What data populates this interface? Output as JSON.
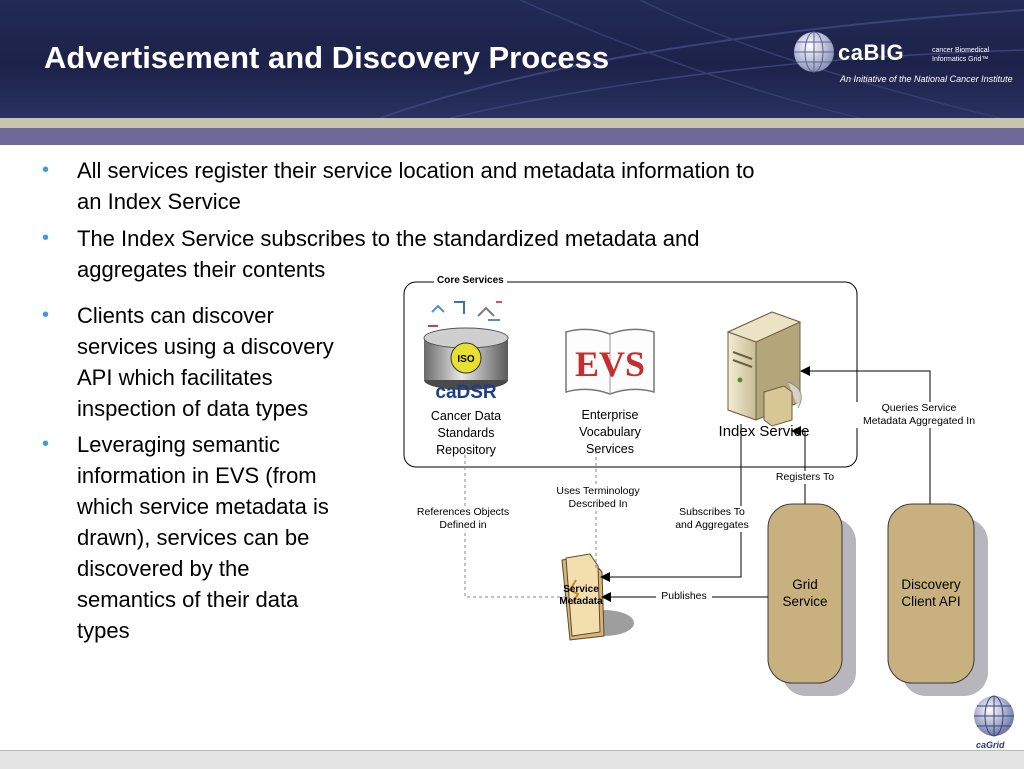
{
  "slide": {
    "title": "Advertisement and Discovery Process",
    "logo": {
      "name": "caBIG",
      "small_text": "cancer Biomedical Informatics Grid™",
      "tagline": "An Initiative of the National Cancer Institute"
    },
    "bullets": [
      "All services register their service location and metadata information to",
      "an Index Service",
      "The Index Service subscribes to the standardized metadata and",
      "aggregates their contents",
      "Clients can discover",
      "services using a discovery",
      "API which facilitates",
      "inspection of data types",
      "Leveraging semantic",
      "information in EVS (from",
      "which service metadata is",
      "drawn), services can be",
      "discovered by the",
      "semantics of their data",
      "types"
    ],
    "footer_logo": "caGrid"
  },
  "diagram": {
    "core_services_label": "Core Services",
    "cadsr": {
      "badge": "ISO",
      "brand": "caDSR",
      "label": [
        "Cancer Data",
        "Standards",
        "Repository"
      ]
    },
    "evs": {
      "brand": "EVS",
      "label": [
        "Enterprise",
        "Vocabulary",
        "Services"
      ]
    },
    "index_service": "Index Service",
    "grid_service": [
      "Grid",
      "Service"
    ],
    "discovery_client": [
      "Discovery",
      "Client API"
    ],
    "service_metadata": [
      "Service",
      "Metadata"
    ],
    "edges": {
      "registers_to": "Registers To",
      "queries_service": [
        "Queries Service",
        "Metadata Aggregated In"
      ],
      "uses_terminology": [
        "Uses Terminology",
        "Described In"
      ],
      "references_objects": [
        "References Objects",
        "Defined in"
      ],
      "subscribes_to": [
        "Subscribes To",
        "and Aggregates"
      ],
      "publishes": "Publishes"
    },
    "colors": {
      "pill_fill": "#c8b17e",
      "pill_shadow": "#b6b6bc",
      "arrow": "#000000",
      "dashed": "#8a8a8a"
    }
  }
}
